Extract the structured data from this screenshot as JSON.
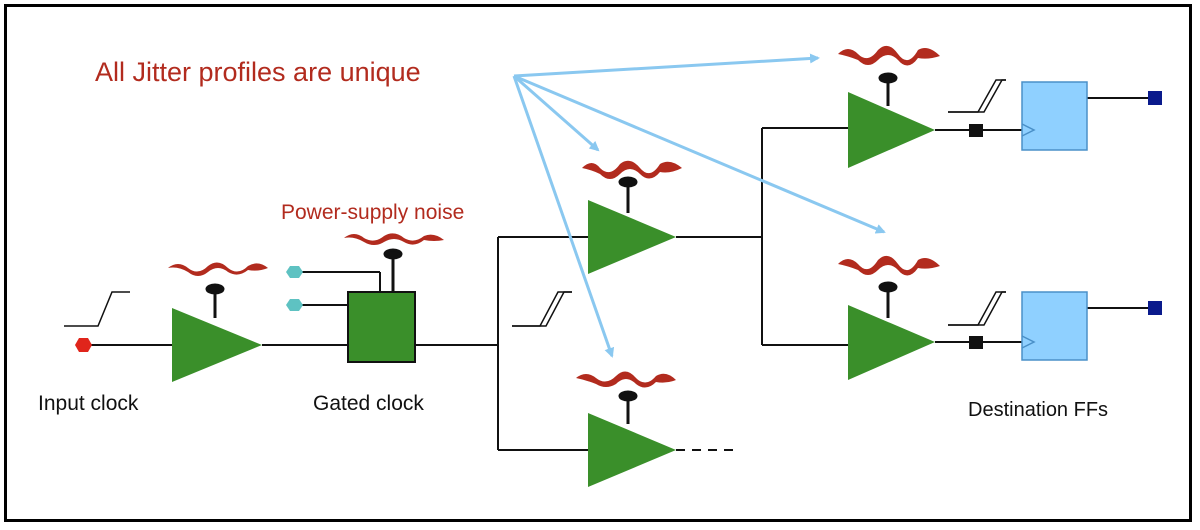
{
  "labels": {
    "headline": "All Jitter profiles are unique",
    "psn": "Power-supply noise",
    "input": "Input clock",
    "gated": "Gated clock",
    "dest": "Destination FFs"
  },
  "colors": {
    "buffer": "#3a8f2a",
    "gate": "#3a8f2a",
    "ff": "#8fd0ff",
    "arrow": "#8ac8f0",
    "noise": "#b22b1e",
    "input_port": "#e0251b",
    "gate_input": "#5ec2c2",
    "output_port": "#0a1a8c",
    "text_red": "#b22b1e"
  },
  "icons": {
    "buffer": "triangle-buffer-icon",
    "gate": "clock-gate-icon",
    "flipflop": "flip-flop-icon",
    "waveform": "clock-edge-icon",
    "noise": "noise-waveform-icon"
  }
}
